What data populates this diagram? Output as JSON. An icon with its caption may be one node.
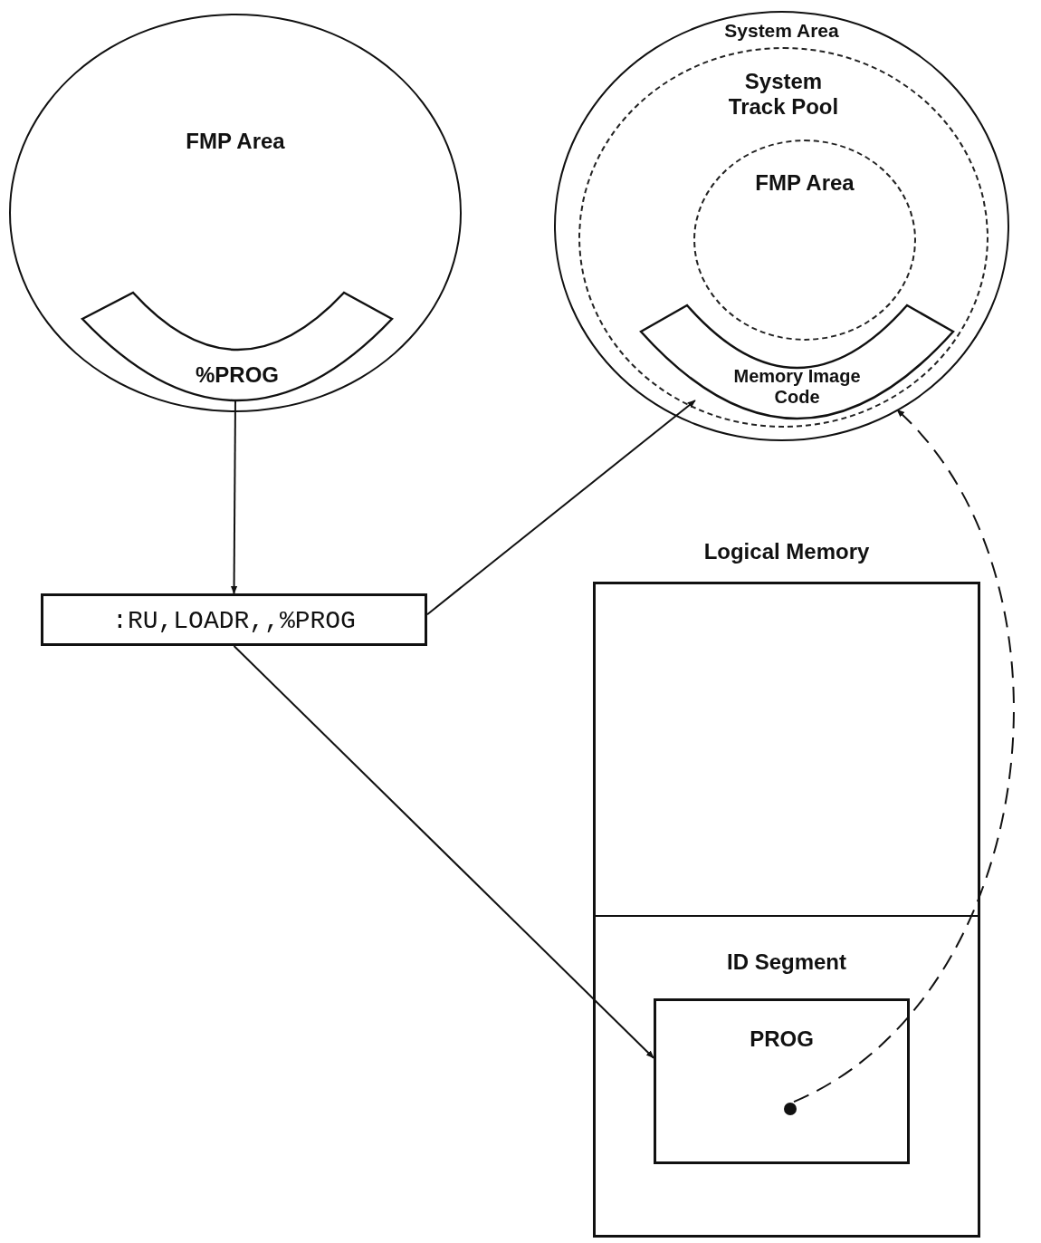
{
  "diagram": {
    "nodes": [
      {
        "text": [
          "FMP Area"
        ]
      },
      {
        "text": [
          "%PROG"
        ],
        "in": 0
      },
      {
        "text": [
          "System Area"
        ]
      },
      {
        "text": [
          "System Track Pool"
        ],
        "in": 2
      },
      {
        "text": [
          "FMP Area"
        ],
        "in": 3
      },
      {
        "text": [
          "Memory Image Code"
        ],
        "in": 3
      },
      {
        "text": [
          ":RU,LOADR,,%PROG"
        ]
      },
      {
        "text": [
          "Logical Memory"
        ]
      },
      {
        "text": [
          "ID Segment"
        ],
        "in": 7
      },
      {
        "text": [
          "PROG"
        ],
        "in": 8
      },
      {
        "text": [],
        "shape": "circle",
        "in": 9
      }
    ],
    "edges": [
      {
        "from": 1,
        "to": 6,
        "arrow": "to"
      },
      {
        "from": 6,
        "to": 5,
        "arrow": "to"
      },
      {
        "from": 6,
        "to": 9,
        "arrow": "to"
      },
      {
        "from": 10,
        "to": 5,
        "arrow": "to",
        "style": "dashed"
      }
    ]
  }
}
